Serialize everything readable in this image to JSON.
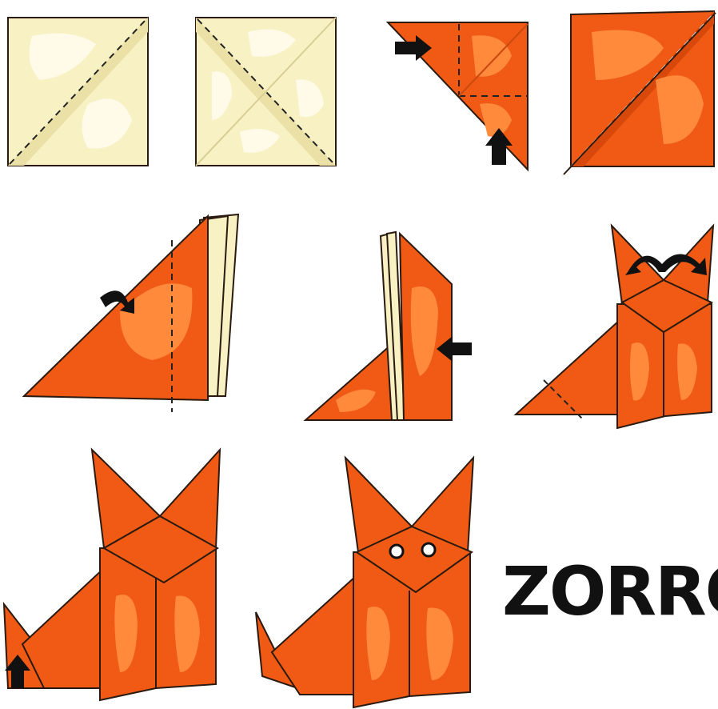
{
  "title": "ZORRO",
  "colors": {
    "paper": "#f7f1c4",
    "paper_shade": "#ebe1a6",
    "paper_light": "#fffbe8",
    "orange": "#f05a14",
    "orange_dark": "#d8480a",
    "orange_light": "#ff8a3c",
    "outline": "#2a1a10",
    "arrow": "#111111"
  },
  "steps": [
    {
      "id": 1,
      "name": "fold-diagonal-1",
      "icons": [
        "square-paper",
        "dashed-fold-line"
      ]
    },
    {
      "id": 2,
      "name": "fold-diagonal-2",
      "icons": [
        "square-paper",
        "dashed-fold-line"
      ]
    },
    {
      "id": 3,
      "name": "fold-corners",
      "icons": [
        "triangle-orange",
        "right-arrow-icon",
        "up-arrow-icon"
      ]
    },
    {
      "id": 4,
      "name": "unfold-square",
      "icons": [
        "square-orange",
        "dashed-fold-line"
      ]
    },
    {
      "id": 5,
      "name": "fold-back",
      "icons": [
        "triangle-orange",
        "curved-arrow-icon"
      ]
    },
    {
      "id": 6,
      "name": "fold-layers",
      "icons": [
        "triangle-orange",
        "left-arrow-icon"
      ]
    },
    {
      "id": 7,
      "name": "form-ears",
      "icons": [
        "fox-body",
        "double-curved-arrow-icon"
      ]
    },
    {
      "id": 8,
      "name": "lift-tail",
      "icons": [
        "fox-body",
        "up-arrow-icon"
      ]
    },
    {
      "id": 9,
      "name": "finished-fox",
      "icons": [
        "fox-body",
        "eyes"
      ]
    }
  ]
}
